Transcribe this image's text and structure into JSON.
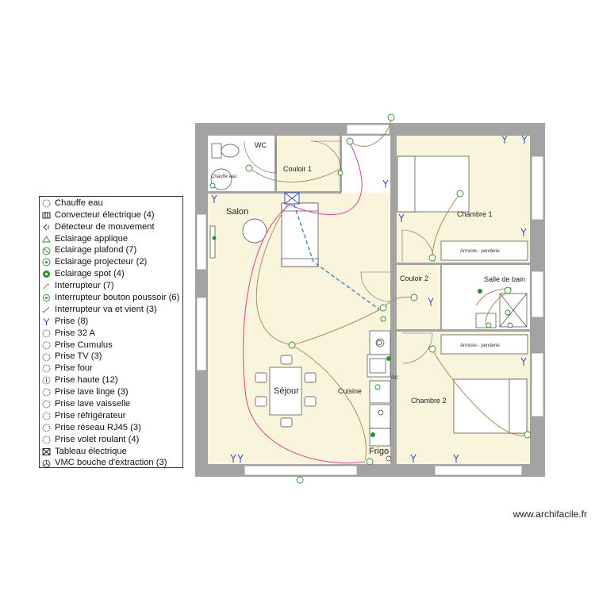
{
  "rooms": {
    "wc": "WC",
    "couloir1": "Couloir 1",
    "salon": "Salon",
    "chambre1": "Chambre 1",
    "couloir2": "Couloir 2",
    "salle_de_bain": "Salle de bain",
    "sejour": "Séjour",
    "cuisine": "Cuisine",
    "chambre2": "Chambre 2",
    "frigo": "Frigo"
  },
  "furniture": {
    "chauffe_eau": "Chauffe eau",
    "armoire1": "Armoire - penderie",
    "armoire2": "Armoire - penderie",
    "cuisine_mark": "RC"
  },
  "legend": [
    {
      "icon": "chauffe-eau-icon",
      "label": "Chauffe eau"
    },
    {
      "icon": "convecteur-icon",
      "label": "Convecteur électrique (4)"
    },
    {
      "icon": "detecteur-mouvement-icon",
      "label": "Détecteur de mouvement"
    },
    {
      "icon": "eclairage-applique-icon",
      "label": "Eclairage applique"
    },
    {
      "icon": "eclairage-plafond-icon",
      "label": "Eclairage plafond (7)"
    },
    {
      "icon": "eclairage-projecteur-icon",
      "label": "Eclairage projecteur (2)"
    },
    {
      "icon": "eclairage-spot-icon",
      "label": "Eclairage spot (4)"
    },
    {
      "icon": "interrupteur-icon",
      "label": "Interrupteur (7)"
    },
    {
      "icon": "interrupteur-bouton-poussoir-icon",
      "label": "Interrupteur bouton poussoir (6)"
    },
    {
      "icon": "interrupteur-va-et-vient-icon",
      "label": "Interrupteur va et vient (3)"
    },
    {
      "icon": "prise-icon",
      "label": "Prise (8)"
    },
    {
      "icon": "prise-32a-icon",
      "label": "Prise 32 A"
    },
    {
      "icon": "prise-cumulus-icon",
      "label": "Prise Cumulus"
    },
    {
      "icon": "prise-tv-icon",
      "label": "Prise TV (3)"
    },
    {
      "icon": "prise-four-icon",
      "label": "Prise four"
    },
    {
      "icon": "prise-haute-icon",
      "label": "Prise haute (12)"
    },
    {
      "icon": "prise-lave-linge-icon",
      "label": "Prise lave linge (3)"
    },
    {
      "icon": "prise-lave-vaisselle-icon",
      "label": "Prise lave vaisselle"
    },
    {
      "icon": "prise-refrigerateur-icon",
      "label": "Prise réfrigérateur"
    },
    {
      "icon": "prise-rj45-icon",
      "label": "Prise réseau RJ45 (3)"
    },
    {
      "icon": "prise-volet-roulant-icon",
      "label": "Prise volet roulant (4)"
    },
    {
      "icon": "tableau-electrique-icon",
      "label": "Tableau électrique"
    },
    {
      "icon": "vmc-icon",
      "label": "VMC bouche d'extraction (3)"
    }
  ],
  "watermark": "www.archifacile.fr",
  "colors": {
    "wall": "#a3a3a3",
    "floor": "#f8f5dc",
    "floor_wc": "#ffffff",
    "wire_brown": "#b08a5a",
    "wire_pink": "#d94f9a",
    "wire_blue": "#3e7bbf",
    "symbol_green": "#2e8b2e",
    "symbol_blue": "#2244aa"
  }
}
